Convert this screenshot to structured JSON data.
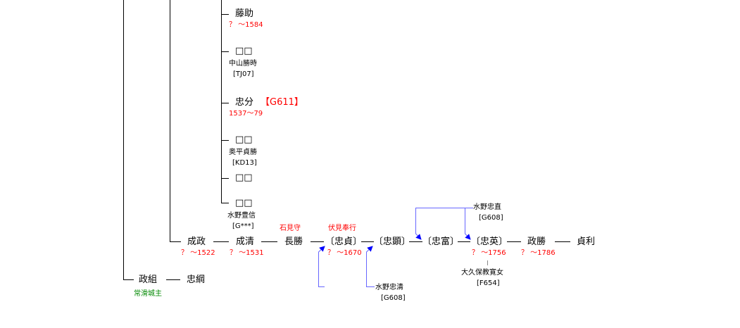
{
  "colors": {
    "line": "#000000",
    "adoption_arrow": "#6666ff",
    "date": "#ff0000",
    "note": "#008000"
  },
  "persons": {
    "toosuke": {
      "name": "藤助",
      "dates": "？ ～1584"
    },
    "nakayama": {
      "name": "□□",
      "spouse": "中山勝時",
      "code": "[TJ07]"
    },
    "tadawake": {
      "name": "忠分",
      "ref": "【G611】",
      "dates": "1537～79"
    },
    "okudaira": {
      "name": "□□",
      "spouse": "奥平貞勝",
      "code": "[KD13]"
    },
    "unknown": {
      "name": "□□"
    },
    "mizunoToyonobu": {
      "name": "□□",
      "spouse": "水野豊信",
      "code": "[G***]"
    },
    "narimasa": {
      "name": "成政",
      "dates": "？ ～1522"
    },
    "narikiyo": {
      "name": "成清",
      "dates": "？ ～1531"
    },
    "nagakatsu": {
      "name": "長勝",
      "title": "石見守"
    },
    "tadasada": {
      "name": "〔忠貞〕",
      "title": "伏見奉行",
      "dates": "？ ～1670"
    },
    "tadaaki": {
      "name": "〔忠顕〕"
    },
    "tadatomi": {
      "name": "〔忠富〕"
    },
    "tadafusa": {
      "name": "〔忠英〕",
      "dates": "？ ～1756",
      "spouse": "大久保教寛女",
      "code": "[F654]"
    },
    "masakatsu": {
      "name": "政勝",
      "dates": "？ ～1786"
    },
    "sadatoshi": {
      "name": "貞利"
    },
    "masakumi": {
      "name": "政組",
      "title": "常滑城主"
    },
    "tadatsuna": {
      "name": "忠綱"
    },
    "mizunoTadanao": {
      "name": "水野忠直",
      "code": "[G608]"
    },
    "mizunoTadakiyo": {
      "name": "水野忠清",
      "code": "[G608]"
    }
  }
}
